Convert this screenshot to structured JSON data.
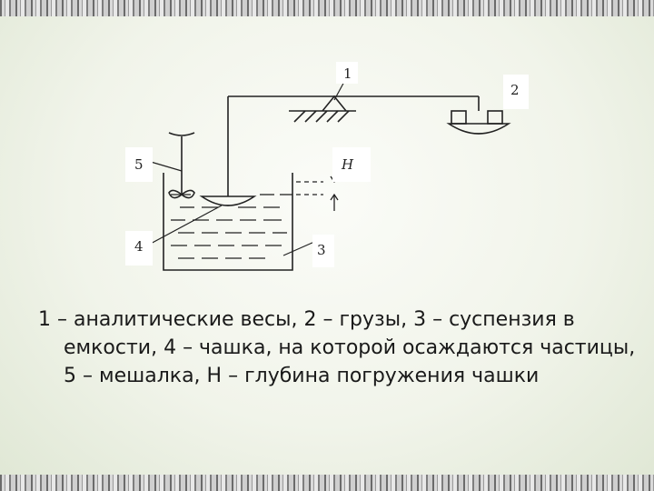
{
  "diagram": {
    "labels": {
      "l1": "1",
      "l2": "2",
      "l3": "3",
      "l4": "4",
      "l5": "5",
      "lH": "H"
    }
  },
  "caption": {
    "text": "1 – аналитические весы, 2 – грузы, 3 – суспензия в емкости, 4 – чашка, на которой осаждаются частицы, 5 – мешалка, H – глубина погружения чашки"
  },
  "colors": {
    "line": "#222222",
    "label_box": "#ffffff",
    "background": "#f3f6ee"
  }
}
